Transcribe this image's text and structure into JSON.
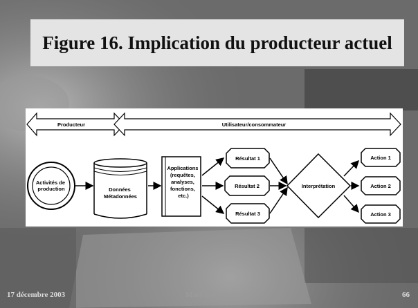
{
  "slide": {
    "title": "Figure 16. Implication du producteur actuel",
    "footer": {
      "date": "17 décembre 2003",
      "author": "Marc Gervais",
      "page": "66"
    }
  },
  "diagram": {
    "arrows": {
      "producer": "Producteur",
      "consumer": "Utilisateur/consommateur"
    },
    "nodes": {
      "activities": [
        "Activités de",
        "production"
      ],
      "data": [
        "Données",
        "Métadonnées"
      ],
      "applications": [
        "Applications",
        "(requêtes,",
        "analyses,",
        "fonctions,",
        "etc.)"
      ],
      "result1": "Résultat 1",
      "result2": "Résultat 2",
      "result3": "Résultat 3",
      "interpretation": "Interprétation",
      "action1": "Action 1",
      "action2": "Action 2",
      "action3": "Action 3"
    }
  }
}
